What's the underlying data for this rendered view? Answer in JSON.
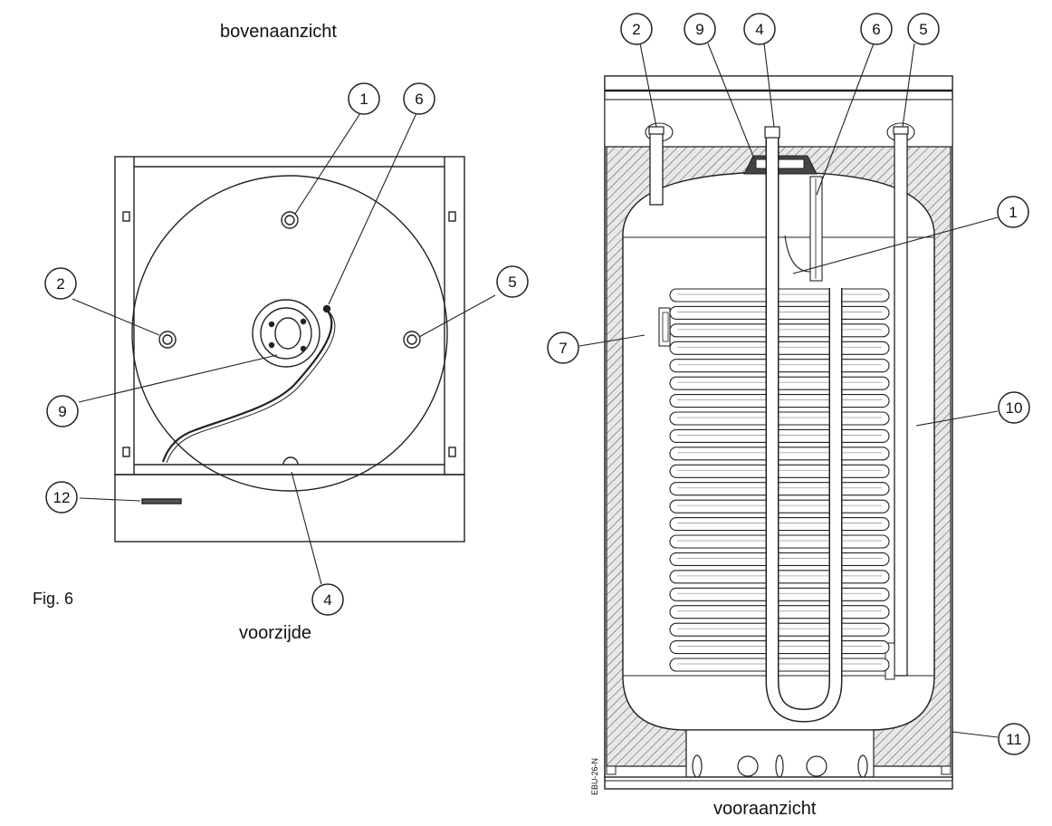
{
  "labels": {
    "top_view": "bovenaanzicht",
    "front_side": "voorzijde",
    "front_view": "vooraanzicht",
    "figure": "Fig. 6",
    "code": "EBU-26-N"
  },
  "top_view_callouts": [
    "1",
    "6",
    "2",
    "5",
    "9",
    "12",
    "4"
  ],
  "front_view_callouts": [
    "2",
    "9",
    "4",
    "6",
    "5",
    "1",
    "7",
    "10",
    "11"
  ]
}
